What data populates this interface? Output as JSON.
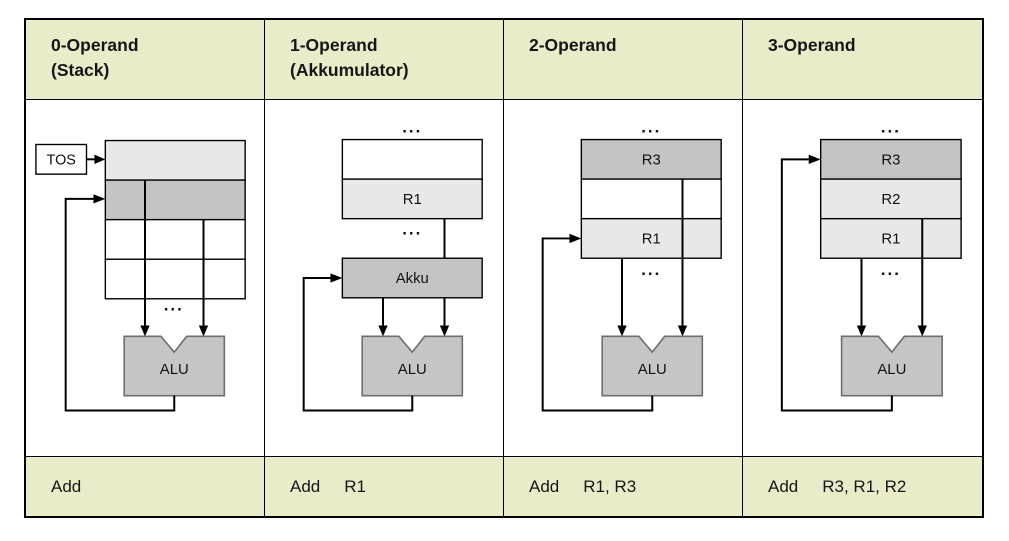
{
  "columns": [
    {
      "header_line1": "0-Operand",
      "header_line2": "(Stack)",
      "diagram": {
        "tos": "TOS",
        "alu": "ALU",
        "dots": "..."
      },
      "instruction_mnemonic": "Add",
      "instruction_operands": ""
    },
    {
      "header_line1": "1-Operand",
      "header_line2": "(Akkumulator)",
      "diagram": {
        "reg1": "R1",
        "akku": "Akku",
        "alu": "ALU",
        "dots_top": "...",
        "dots_bottom": "..."
      },
      "instruction_mnemonic": "Add",
      "instruction_operands": "R1"
    },
    {
      "header_line1": "2-Operand",
      "header_line2": "",
      "diagram": {
        "reg_top": "R3",
        "reg_bottom": "R1",
        "alu": "ALU",
        "dots_top": "...",
        "dots_bottom": "..."
      },
      "instruction_mnemonic": "Add",
      "instruction_operands": "R1, R3"
    },
    {
      "header_line1": "3-Operand",
      "header_line2": "",
      "diagram": {
        "reg_top": "R3",
        "reg_mid": "R2",
        "reg_bottom": "R1",
        "alu": "ALU",
        "dots_top": "...",
        "dots_bottom": "..."
      },
      "instruction_mnemonic": "Add",
      "instruction_operands": "R3, R1, R2"
    }
  ],
  "colors": {
    "header_footer_bg": "#eaecc9",
    "cell_light_gray": "#e8e8e8",
    "cell_dark_gray": "#c4c4c4",
    "alu_fill": "#c5c5c5",
    "alu_border": "#6e6e6e",
    "table_border": "#000000",
    "background": "#ffffff"
  }
}
